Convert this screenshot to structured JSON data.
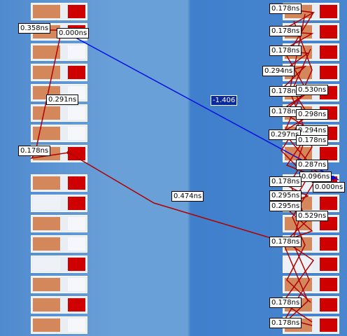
{
  "colors": {
    "block_orange": "#d5875c",
    "block_red": "#cf0000",
    "block_empty": "#eef2f6",
    "wire_red": "#b00000",
    "wire_blue": "#0010e0",
    "selected_label_bg": "#0a2a9c"
  },
  "left_column": [
    {
      "a": "orange",
      "b": "red"
    },
    {
      "a": "orange",
      "b": "red"
    },
    {
      "a": "orange",
      "b": "white"
    },
    {
      "a": "orange",
      "b": "red"
    },
    {
      "a": "orange",
      "b": "white"
    },
    {
      "a": "orange",
      "b": "white"
    },
    {
      "a": "orange",
      "b": "white"
    },
    {
      "a": "orange",
      "b": "red"
    },
    {
      "a": "orange",
      "b": "red"
    },
    {
      "a": "white",
      "b": "red"
    },
    {
      "a": "orange",
      "b": "white"
    },
    {
      "a": "orange",
      "b": "white"
    },
    {
      "a": "white",
      "b": "red"
    },
    {
      "a": "orange",
      "b": "white"
    },
    {
      "a": "orange",
      "b": "red"
    },
    {
      "a": "orange",
      "b": "white"
    }
  ],
  "right_column": [
    {
      "a": "orange",
      "b": "red"
    },
    {
      "a": "orange",
      "b": "red"
    },
    {
      "a": "orange",
      "b": "red"
    },
    {
      "a": "orange",
      "b": "red"
    },
    {
      "a": "orange",
      "b": "red"
    },
    {
      "a": "orange",
      "b": "red"
    },
    {
      "a": "orange",
      "b": "red"
    },
    {
      "a": "orange",
      "b": "red"
    },
    {
      "a": "white",
      "b": "red"
    },
    {
      "a": "orange",
      "b": "red"
    },
    {
      "a": "orange",
      "b": "red"
    },
    {
      "a": "orange",
      "b": "red"
    },
    {
      "a": "white",
      "b": "red"
    },
    {
      "a": "orange",
      "b": "red"
    },
    {
      "a": "orange",
      "b": "red"
    },
    {
      "a": "orange",
      "b": "red"
    }
  ],
  "labels": {
    "l_0358": "0.358ns",
    "l_0000_left": "0.000ns",
    "l_0291": "0.291ns",
    "l_0178_left": "0.178ns",
    "l_0474": "0.474ns",
    "l_slack": "-1.406",
    "r_0178_a": "0.178ns",
    "r_0178_b": "0.178ns",
    "r_0178_c": "0.178ns",
    "r_0294_a": "0.294ns",
    "r_0178_d": "0.178ns",
    "r_0530": "0.530ns",
    "r_0178_e": "0.178ns",
    "r_0298": "0.298ns",
    "r_0294_b": "0.294ns",
    "r_0297": "0.297ns",
    "r_0178_f": "0.178ns",
    "r_0287": "0.287ns",
    "r_0096": "0.096ns",
    "r_0000": "0.000ns",
    "r_0178_g": "0.178ns",
    "r_0295_a": "0.295ns",
    "r_0295_b": "0.295ns",
    "r_0529": "0.529ns",
    "r_0178_h": "0.178ns",
    "r_0178_i": "0.178ns",
    "r_0178_j": "0.178ns"
  }
}
